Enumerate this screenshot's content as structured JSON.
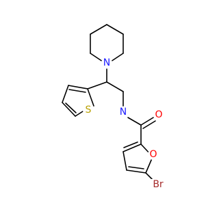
{
  "molecule": {
    "atoms": {
      "N_pip": {
        "symbol": "N",
        "color": "#1a1aff"
      },
      "S_thio": {
        "symbol": "S",
        "color": "#b8a000"
      },
      "N_amide": {
        "symbol": "N",
        "color": "#1a1aff"
      },
      "O_carbonyl": {
        "symbol": "O",
        "color": "#ff0000"
      },
      "O_furan": {
        "symbol": "O",
        "color": "#ff0000"
      },
      "Br": {
        "symbol": "Br",
        "color": "#a52a2a"
      }
    }
  }
}
